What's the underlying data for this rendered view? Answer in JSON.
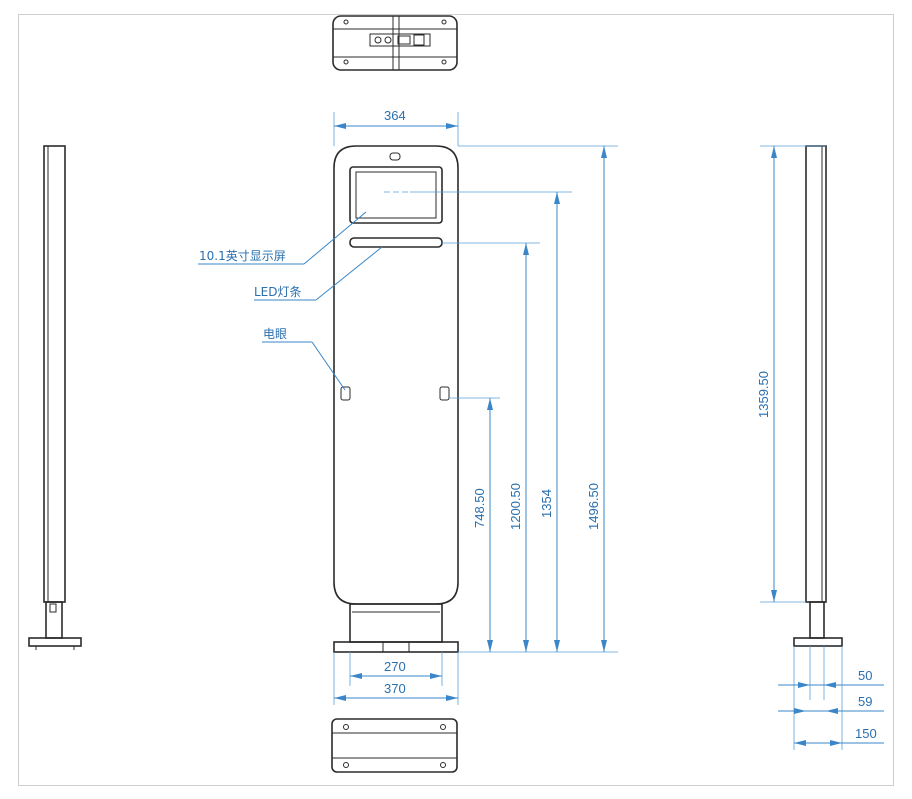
{
  "dimensions": {
    "front_width": "364",
    "total_height": "1496.50",
    "screen_center_height": "1354",
    "led_height": "1200.50",
    "sensor_height": "748.50",
    "side_height": "1359.50",
    "base_inner_width": "270",
    "base_outer_width": "370",
    "side_dim_a": "50",
    "side_dim_b": "59",
    "side_dim_c": "150"
  },
  "labels": {
    "screen": "10.1英寸显示屏",
    "led": "LED灯条",
    "sensor": "电眼"
  },
  "colors": {
    "dimension": "#2a6fae",
    "outline": "#2b2b2b",
    "frame": "#cfcfcf"
  }
}
